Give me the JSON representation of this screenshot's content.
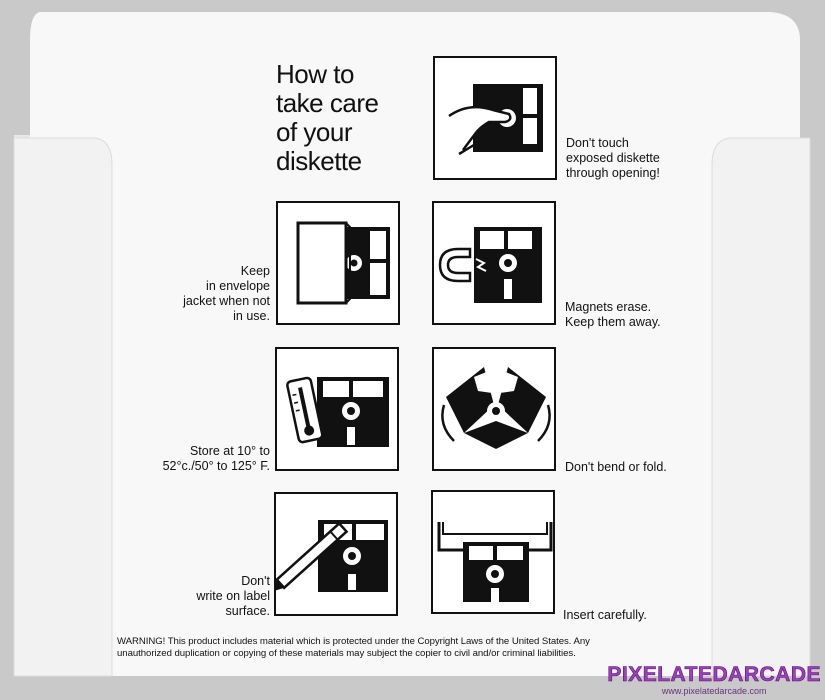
{
  "title_lines": [
    "How to",
    "take care",
    "of your",
    "diskette"
  ],
  "panels": [
    {
      "caption_lines": [
        "Don't touch",
        "exposed diskette",
        "through opening!"
      ]
    },
    {
      "caption_lines": [
        "Keep",
        "in envelope",
        "jacket when not",
        "in use."
      ]
    },
    {
      "caption_lines": [
        "Magnets erase.",
        "Keep them away."
      ]
    },
    {
      "caption_lines": [
        "Store at 10° to",
        "52°c./50° to 125° F."
      ]
    },
    {
      "caption_lines": [
        "Don't bend or fold."
      ]
    },
    {
      "caption_lines": [
        "Don't",
        "write on label",
        "surface."
      ]
    },
    {
      "caption_lines": [
        "Insert carefully."
      ]
    }
  ],
  "warning_lines": [
    "WARNING! This product includes material which is protected under the Copyright Laws of the United States. Any",
    "unauthorized duplication or copying of these materials may subject the copier to civil and/or criminal liabilities."
  ],
  "watermark": {
    "logo": "PIXELATEDARCADE",
    "url": "www.pixelatedarcade.com"
  },
  "colors": {
    "ink": "#111111",
    "paper": "#f7f7f7",
    "backdrop": "#c9c9c9",
    "watermark": "#a23cc4"
  }
}
